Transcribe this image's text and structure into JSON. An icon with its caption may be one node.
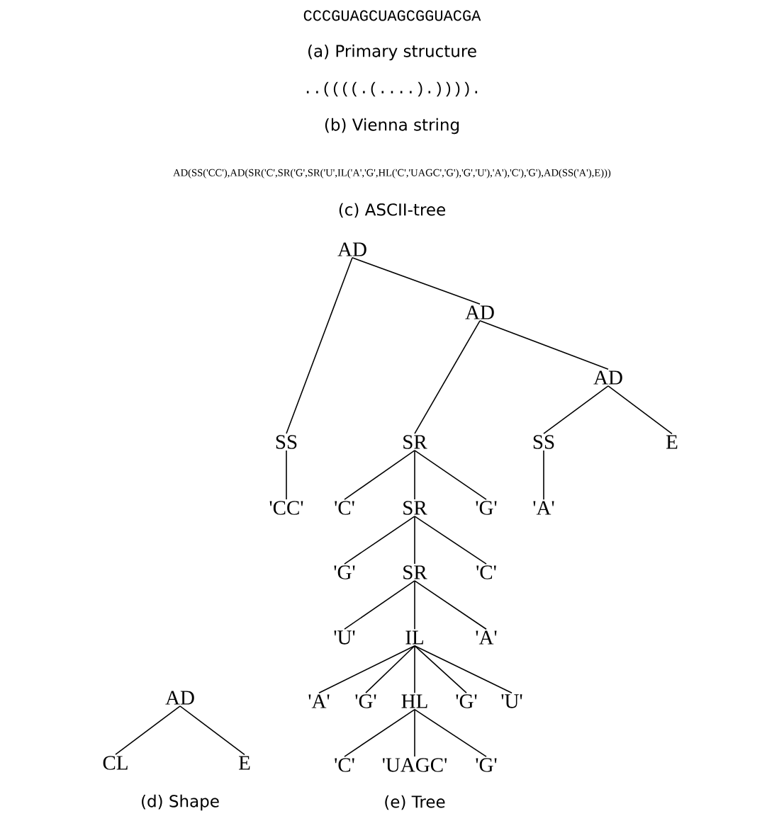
{
  "diagram": {
    "nodes": [
      {
        "text": [
          "AD"
        ]
      },
      {
        "text": [
          "SS"
        ]
      },
      {
        "text": [
          "'CC'"
        ]
      },
      {
        "text": [
          "AD"
        ]
      },
      {
        "text": [
          "SR"
        ]
      },
      {
        "text": [
          "'C'"
        ]
      },
      {
        "text": [
          "SR"
        ]
      },
      {
        "text": [
          "'G'"
        ]
      },
      {
        "text": [
          "'G'"
        ]
      },
      {
        "text": [
          "SR"
        ]
      },
      {
        "text": [
          "'C'"
        ]
      },
      {
        "text": [
          "'U'"
        ]
      },
      {
        "text": [
          "IL"
        ]
      },
      {
        "text": [
          "'A'"
        ]
      },
      {
        "text": [
          "'A'"
        ]
      },
      {
        "text": [
          "'G'"
        ]
      },
      {
        "text": [
          "HL"
        ]
      },
      {
        "text": [
          "'G'"
        ]
      },
      {
        "text": [
          "'U'"
        ]
      },
      {
        "text": [
          "'C'"
        ]
      },
      {
        "text": [
          "'UAGC'"
        ]
      },
      {
        "text": [
          "'G'"
        ]
      },
      {
        "text": [
          "AD"
        ]
      },
      {
        "text": [
          "SS"
        ]
      },
      {
        "text": [
          "'A'"
        ]
      },
      {
        "text": [
          "E"
        ]
      },
      {
        "text": [
          "AD"
        ]
      },
      {
        "text": [
          "CL"
        ]
      },
      {
        "text": [
          "E"
        ]
      }
    ],
    "edges": [
      {
        "from": 0,
        "to": 1,
        "arrow": "none"
      },
      {
        "from": 0,
        "to": 3,
        "arrow": "none"
      },
      {
        "from": 1,
        "to": 2,
        "arrow": "none"
      },
      {
        "from": 3,
        "to": 4,
        "arrow": "none"
      },
      {
        "from": 3,
        "to": 22,
        "arrow": "none"
      },
      {
        "from": 4,
        "to": 5,
        "arrow": "none"
      },
      {
        "from": 4,
        "to": 6,
        "arrow": "none"
      },
      {
        "from": 4,
        "to": 7,
        "arrow": "none"
      },
      {
        "from": 6,
        "to": 8,
        "arrow": "none"
      },
      {
        "from": 6,
        "to": 9,
        "arrow": "none"
      },
      {
        "from": 6,
        "to": 10,
        "arrow": "none"
      },
      {
        "from": 9,
        "to": 11,
        "arrow": "none"
      },
      {
        "from": 9,
        "to": 12,
        "arrow": "none"
      },
      {
        "from": 9,
        "to": 13,
        "arrow": "none"
      },
      {
        "from": 12,
        "to": 14,
        "arrow": "none"
      },
      {
        "from": 12,
        "to": 15,
        "arrow": "none"
      },
      {
        "from": 12,
        "to": 16,
        "arrow": "none"
      },
      {
        "from": 12,
        "to": 17,
        "arrow": "none"
      },
      {
        "from": 12,
        "to": 18,
        "arrow": "none"
      },
      {
        "from": 16,
        "to": 19,
        "arrow": "none"
      },
      {
        "from": 16,
        "to": 20,
        "arrow": "none"
      },
      {
        "from": 16,
        "to": 21,
        "arrow": "none"
      },
      {
        "from": 22,
        "to": 23,
        "arrow": "none"
      },
      {
        "from": 22,
        "to": 25,
        "arrow": "none"
      },
      {
        "from": 23,
        "to": 24,
        "arrow": "none"
      },
      {
        "from": 26,
        "to": 27,
        "arrow": "none"
      },
      {
        "from": 26,
        "to": 28,
        "arrow": "none"
      }
    ],
    "labels": [
      "CCCGUAGCUAGCGGUACGA",
      "(a) Primary structure",
      "..((((.(....).)))).",
      "(b) Vienna string",
      "AD(SS('CC'),AD(SR('C',SR('G',SR('U',IL('A','G',HL('C','UAGC','G'),'G','U'),'A'),'C'),'G'),AD(SS('A'),E)))",
      "(c) ASCII-tree",
      "(d) Shape",
      "(e) Tree"
    ]
  }
}
